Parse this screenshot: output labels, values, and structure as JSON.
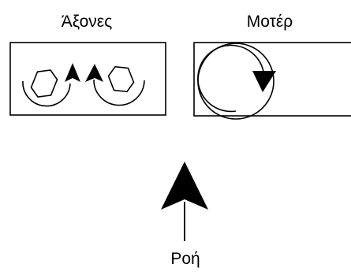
{
  "labels": {
    "axes": "Άξονες",
    "motor": "Μοτέρ",
    "flow": "Ροή"
  },
  "colors": {
    "stroke": "#000000",
    "background": "#ffffff"
  },
  "icons": {
    "axes_box": [
      "hexagon-icon",
      "rotation-arrow-icon",
      "hexagon-icon"
    ],
    "motor_box": [
      "circular-arrow-icon"
    ],
    "flow": [
      "up-arrow-icon"
    ]
  }
}
